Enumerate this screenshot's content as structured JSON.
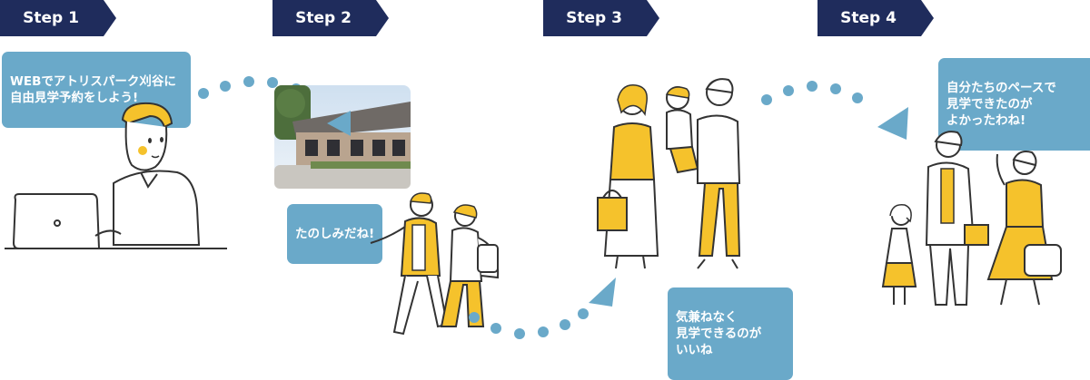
{
  "steps": [
    {
      "label": "Step 1"
    },
    {
      "label": "Step 2"
    },
    {
      "label": "Step 3"
    },
    {
      "label": "Step 4"
    }
  ],
  "bubbles": {
    "step1": "WEBでアトリスパーク刈谷に\n自由見学予約をしよう!",
    "step2": "たのしみだね!",
    "step3": "気兼ねなく\n見学できるのが\nいいね",
    "step4": "自分たちのペースで\n見学できたのが\nよかったわね!"
  },
  "colors": {
    "navy": "#1f2c5c",
    "bubble": "#6aa9c9",
    "accent_yellow": "#f5c22c"
  }
}
